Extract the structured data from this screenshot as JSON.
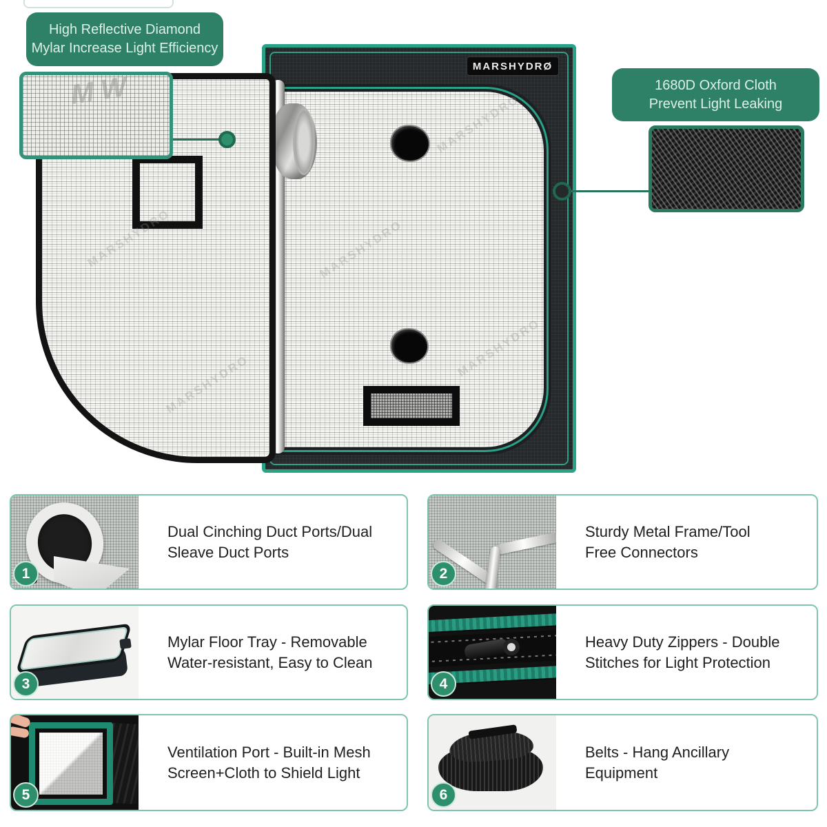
{
  "page": {
    "background": "#ffffff"
  },
  "brand": {
    "logo_text": "MARSHYDRØ",
    "watermark": "MARSHYDRO",
    "mylar_emboss": "MW"
  },
  "callouts": {
    "mylar": {
      "text": "High Reflective Diamond\nMylar Increase Light Efficiency"
    },
    "oxford": {
      "text": "1680D Oxford Cloth\nPrevent Light Leaking"
    }
  },
  "features": [
    {
      "num": "1",
      "image": "duct-port-photo",
      "text": "Dual Cinching Duct Ports/Dual\nSleave Duct Ports"
    },
    {
      "num": "2",
      "image": "metal-frame-photo",
      "text": "Sturdy Metal Frame/Tool\nFree Connectors"
    },
    {
      "num": "3",
      "image": "floor-tray-photo",
      "text": "Mylar Floor Tray - Removable\nWater-resistant, Easy to Clean"
    },
    {
      "num": "4",
      "image": "zipper-photo",
      "text": "Heavy Duty Zippers - Double\nStitches for Light Protection"
    },
    {
      "num": "5",
      "image": "ventilation-port-photo",
      "text": "Ventilation Port - Built-in Mesh\nScreen+Cloth to Shield Light"
    },
    {
      "num": "6",
      "image": "belt-photo",
      "text": "Belts - Hang Ancillary\nEquipment"
    }
  ],
  "colors": {
    "callout_green": "#2e8066",
    "trim_teal": "#2aa287",
    "badge_green": "#2e8f6d",
    "card_border_green": "#7fc4ae",
    "tent_black": "#26292b"
  }
}
